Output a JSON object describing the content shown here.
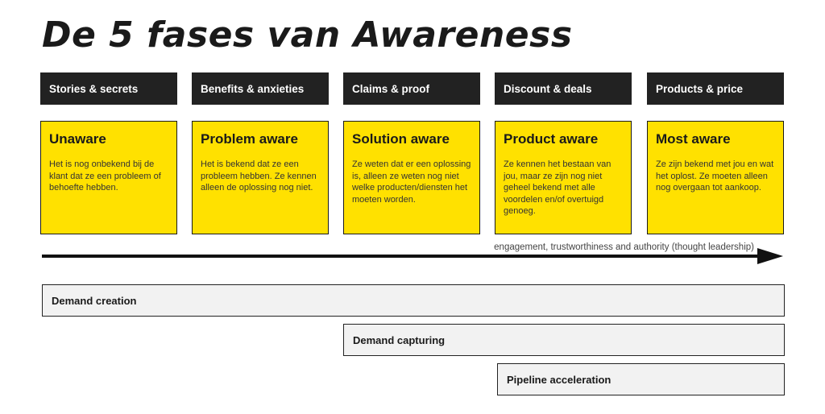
{
  "title": "De 5 fases van Awareness",
  "headers": [
    "Stories & secrets",
    "Benefits & anxieties",
    "Claims & proof",
    "Discount & deals",
    "Products & price"
  ],
  "stages": [
    {
      "title": "Unaware",
      "desc": "Het is nog onbekend bij de klant dat ze een probleem of behoefte hebben."
    },
    {
      "title": "Problem aware",
      "desc": "Het is bekend dat ze een probleem hebben. Ze kennen alleen de oplossing nog niet."
    },
    {
      "title": "Solution aware",
      "desc": "Ze weten dat er een oplossing is, alleen ze weten nog niet welke producten/diensten het moeten worden."
    },
    {
      "title": "Product aware",
      "desc": "Ze kennen het bestaan van jou, maar ze zijn nog niet geheel bekend met alle voordelen en/of overtuigd genoeg."
    },
    {
      "title": "Most aware",
      "desc": "Ze zijn bekend met jou en wat het oplost. Ze moeten alleen nog overgaan tot aankoop."
    }
  ],
  "arrow_label": "engagement, trustworthiness and authority (thought leadership)",
  "phases": [
    "Demand creation",
    "Demand capturing",
    "Pipeline acceleration"
  ],
  "colors": {
    "accent": "#ffe100",
    "dark": "#222222",
    "bar_fill": "#f2f2f2"
  }
}
